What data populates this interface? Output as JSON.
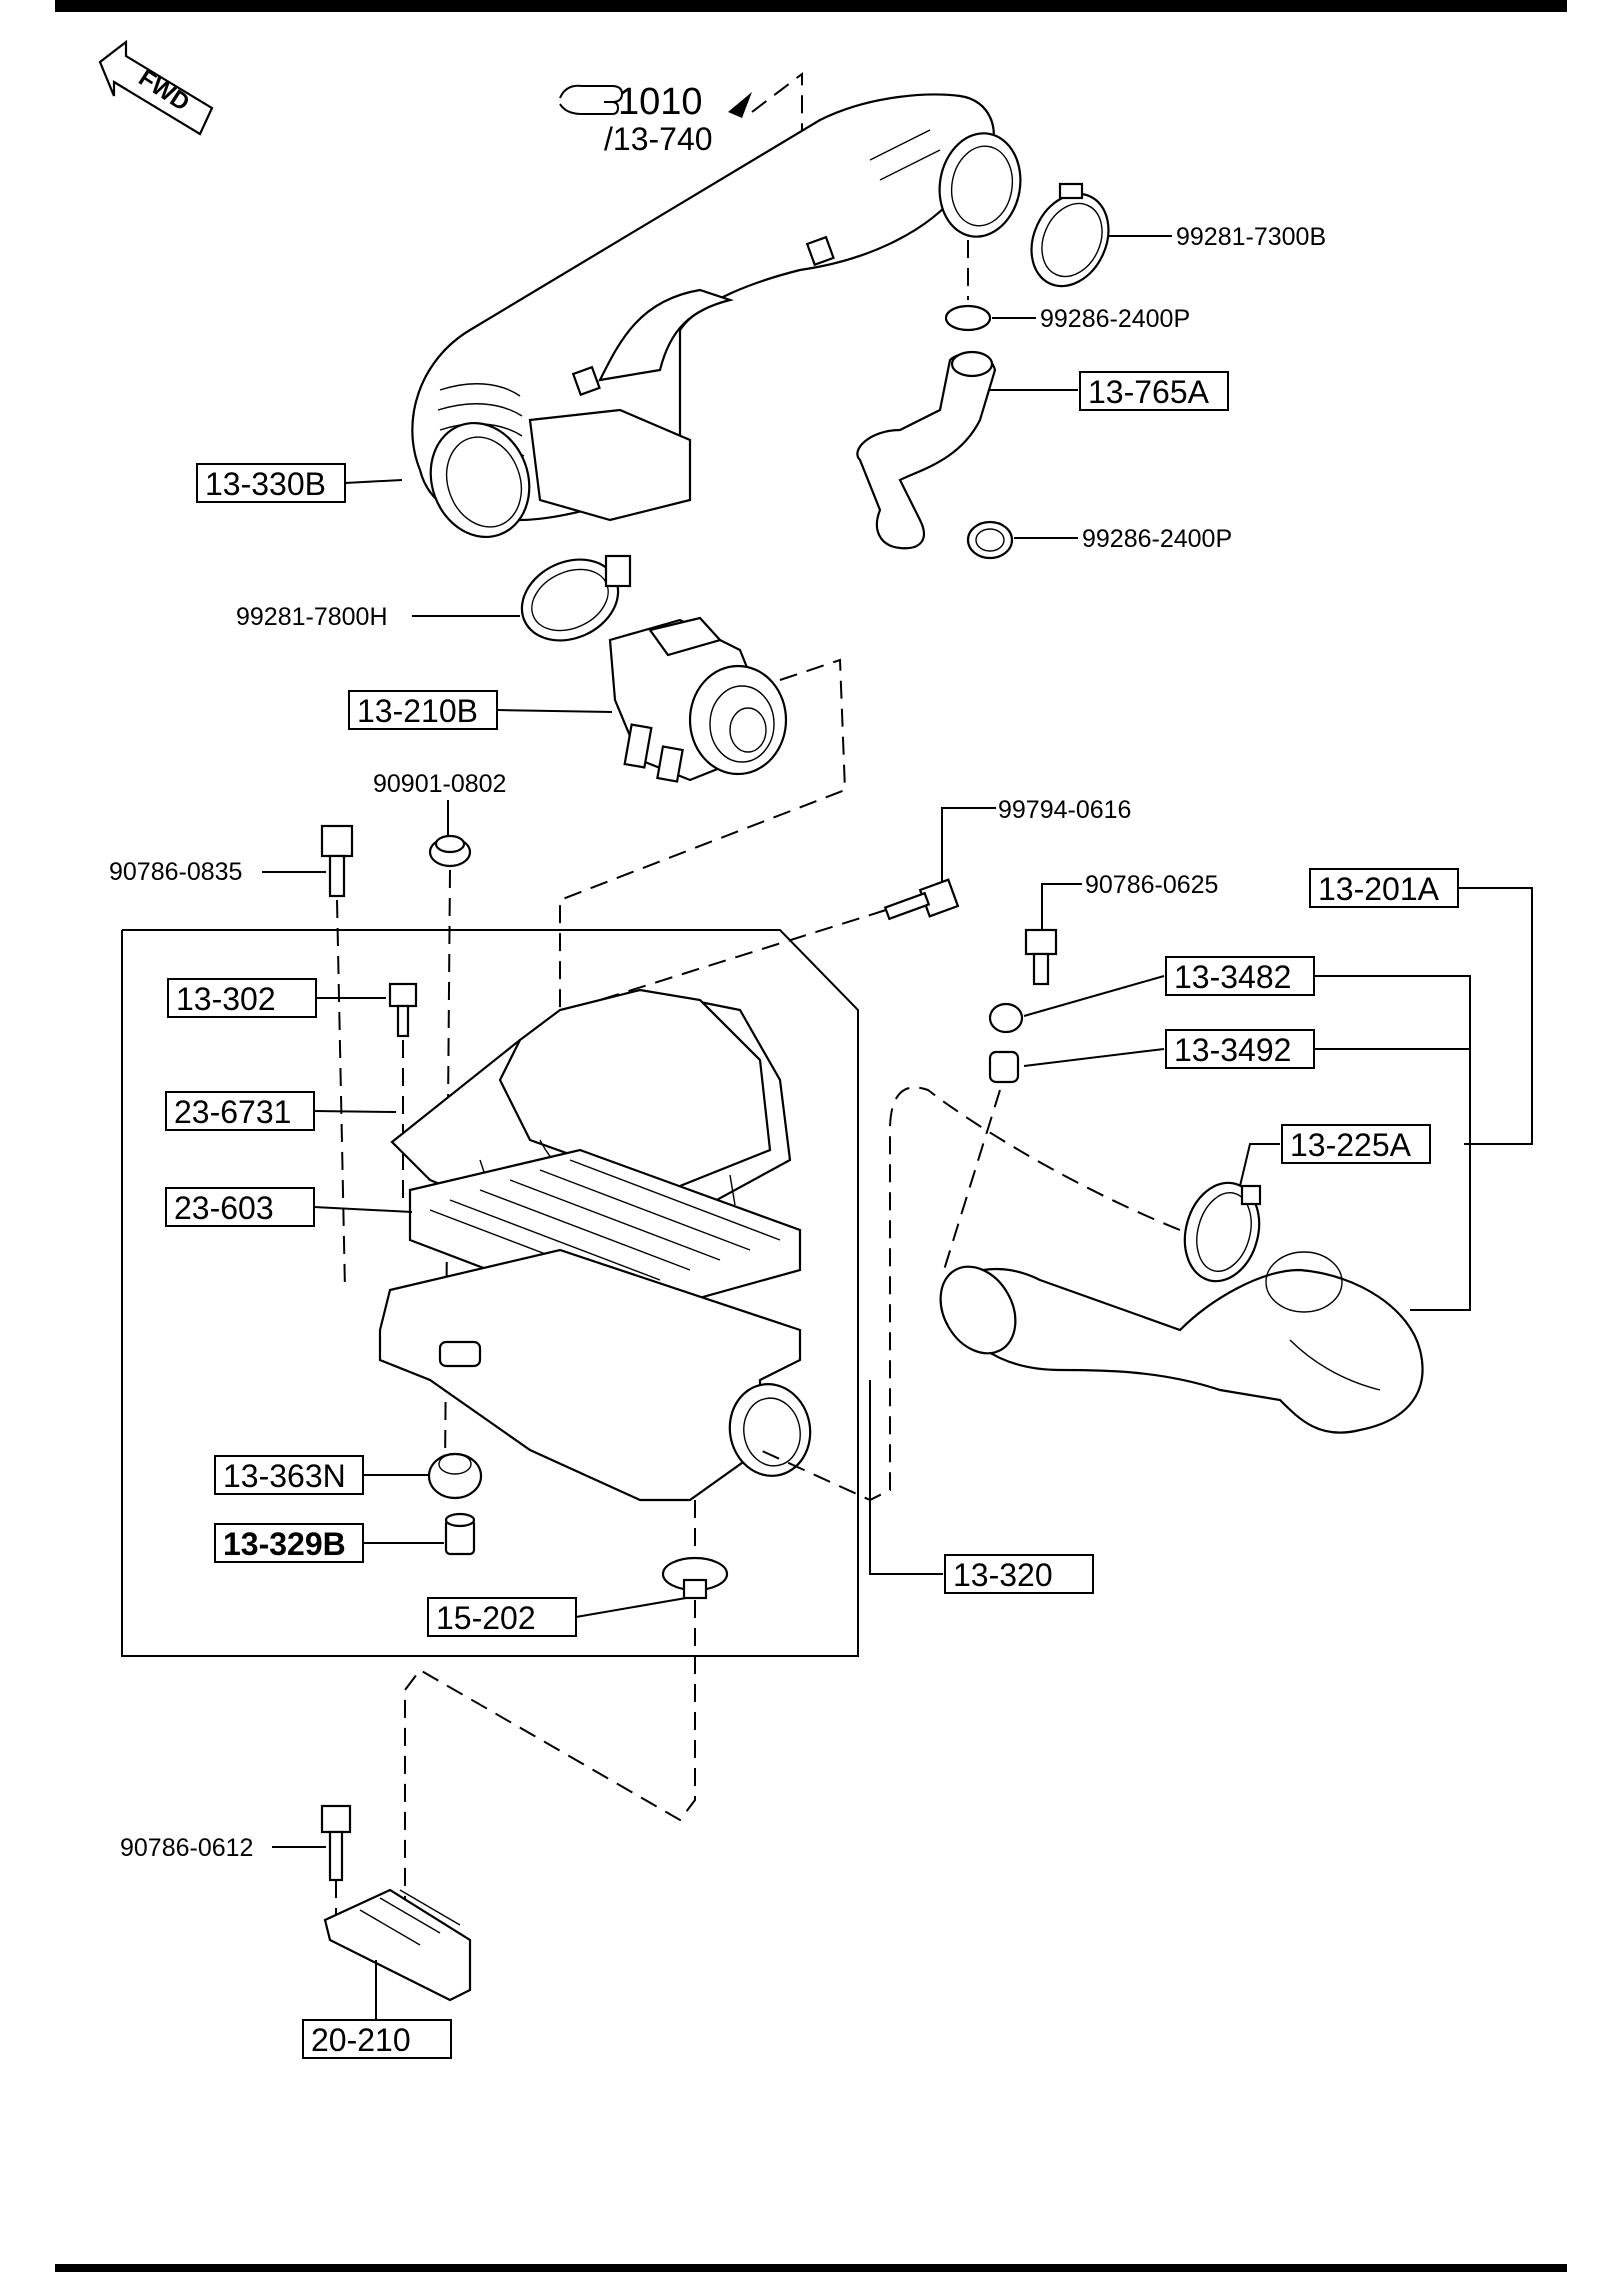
{
  "diagram": {
    "fwd_label": "FWD",
    "ref": {
      "main": "1010",
      "sub": "/13-740"
    },
    "callouts": [
      {
        "id": "99281-7300B",
        "text": "99281-7300B"
      },
      {
        "id": "99286-2400P-a",
        "text": "99286-2400P"
      },
      {
        "id": "13-765A",
        "text": "13-765A",
        "boxed": true
      },
      {
        "id": "99286-2400P-b",
        "text": "99286-2400P"
      },
      {
        "id": "13-330B",
        "text": "13-330B",
        "boxed": true
      },
      {
        "id": "99281-7800H",
        "text": "99281-7800H"
      },
      {
        "id": "13-210B",
        "text": "13-210B",
        "boxed": true
      },
      {
        "id": "90901-0802",
        "text": "90901-0802"
      },
      {
        "id": "99794-0616",
        "text": "99794-0616"
      },
      {
        "id": "90786-0835",
        "text": "90786-0835"
      },
      {
        "id": "90786-0625",
        "text": "90786-0625"
      },
      {
        "id": "13-201A",
        "text": "13-201A",
        "boxed": true
      },
      {
        "id": "13-3482",
        "text": "13-3482",
        "boxed": true
      },
      {
        "id": "13-302",
        "text": "13-302",
        "boxed": true
      },
      {
        "id": "13-3492",
        "text": "13-3492",
        "boxed": true
      },
      {
        "id": "23-6731",
        "text": "23-6731",
        "boxed": true
      },
      {
        "id": "13-225A",
        "text": "13-225A",
        "boxed": true
      },
      {
        "id": "23-603",
        "text": "23-603",
        "boxed": true
      },
      {
        "id": "13-363N",
        "text": "13-363N",
        "boxed": true
      },
      {
        "id": "13-329B",
        "text": "13-329B",
        "boxed": true,
        "bold": true
      },
      {
        "id": "13-320",
        "text": "13-320",
        "boxed": true
      },
      {
        "id": "15-202",
        "text": "15-202",
        "boxed": true
      },
      {
        "id": "90786-0612",
        "text": "90786-0612"
      },
      {
        "id": "20-210",
        "text": "20-210",
        "boxed": true
      }
    ]
  }
}
